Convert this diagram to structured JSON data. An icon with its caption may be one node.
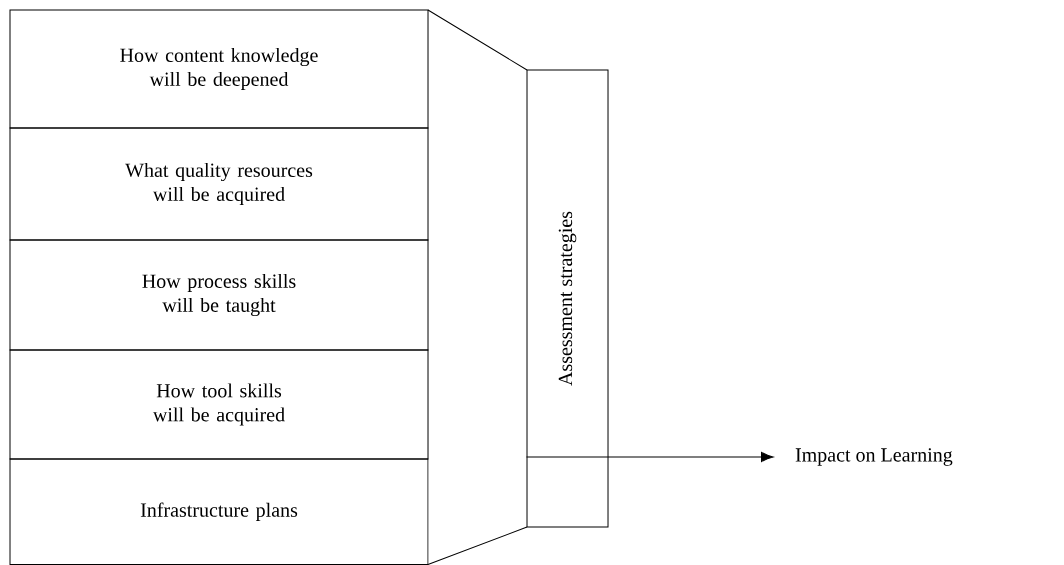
{
  "diagram": {
    "nodes": [
      {
        "text": [
          "How content knowledge will be deepened"
        ]
      },
      {
        "text": [
          "What quality resources will be acquired"
        ]
      },
      {
        "text": [
          "How process skills will be taught"
        ]
      },
      {
        "text": [
          "How tool skills will be acquired"
        ]
      },
      {
        "text": [
          "Infrastructure plans"
        ]
      },
      {
        "text": [
          "Assessment strategies"
        ]
      },
      {
        "text": [
          "Impact on Learning"
        ]
      }
    ],
    "edges": [
      {
        "from": 5,
        "to": 6,
        "arrow": "to"
      }
    ]
  }
}
